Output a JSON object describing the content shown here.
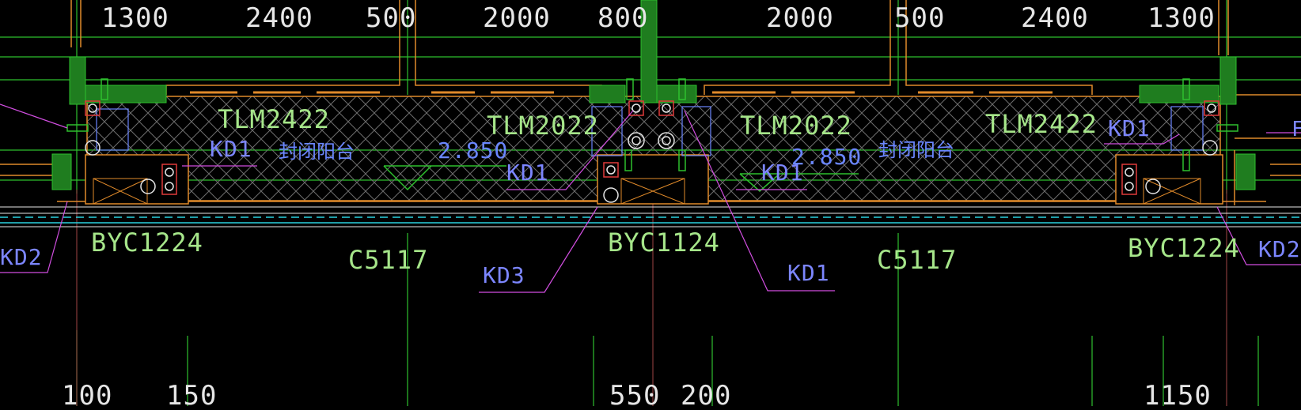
{
  "drawing": {
    "background": "#000000",
    "colors": {
      "green": "#2ec02e",
      "text_green": "#a6e68a",
      "label_blue": "#7c86ff",
      "room_blue": "#6a86ff",
      "orange": "#e08a2a",
      "magenta": "#d14ee0",
      "red": "#e03a3a",
      "white": "#e6e6e6",
      "cyan": "#2bd3e0",
      "hatch": "#8a8a8a"
    },
    "dimensions_top": [
      "1300",
      "2400",
      "500",
      "2000",
      "800",
      "2000",
      "500",
      "2400",
      "1300"
    ],
    "dimensions_bottom": [
      "100",
      "150",
      "550",
      "200",
      "1150"
    ],
    "window_labels": [
      "TLM2422",
      "TLM2022",
      "TLM2022",
      "TLM2422"
    ],
    "room_labels": [
      "封闭阳台",
      "封闭阳台"
    ],
    "elevations": [
      "2.850",
      "2.850"
    ],
    "kd_labels": [
      "KD1",
      "KD1",
      "KD1",
      "KD1",
      "KD1",
      "KD2",
      "KD2",
      "KD3"
    ],
    "byc_labels": [
      "BYC1224",
      "BYC1124",
      "BYC1224"
    ],
    "c_labels": [
      "C5117",
      "C5117"
    ],
    "edge_mark": "F"
  }
}
